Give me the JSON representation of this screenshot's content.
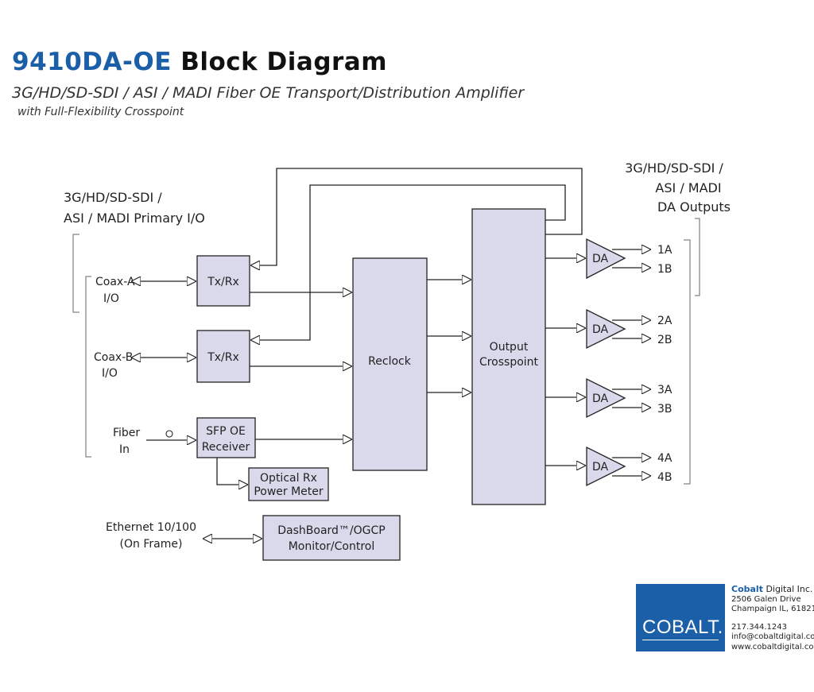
{
  "header": {
    "title_model": "9410DA-OE",
    "title_rest": "Block Diagram",
    "subtitle": "3G/HD/SD-SDI / ASI / MADI Fiber OE Transport/Distribution Amplifier",
    "subtitle2": "with Full-Flexibility Crosspoint"
  },
  "inputs": {
    "group_label_line1": "3G/HD/SD-SDI /",
    "group_label_line2": "ASI / MADI Primary I/O",
    "coax_a_line1": "Coax-A",
    "coax_a_line2": "I/O",
    "coax_b_line1": "Coax-B",
    "coax_b_line2": "I/O",
    "fiber_line1": "Fiber",
    "fiber_line2": "In"
  },
  "blocks": {
    "txrx_a": "Tx/Rx",
    "txrx_b": "Tx/Rx",
    "sfp_line1": "SFP OE",
    "sfp_line2": "Receiver",
    "power_line1": "Optical Rx",
    "power_line2": "Power Meter",
    "reclock": "Reclock",
    "crosspoint_line1": "Output",
    "crosspoint_line2": "Crosspoint",
    "dashboard_line1": "DashBoard™/OGCP",
    "dashboard_line2": "Monitor/Control",
    "ethernet_line1": "Ethernet 10/100",
    "ethernet_line2": "(On Frame)"
  },
  "outputs": {
    "group_label_line1": "3G/HD/SD-SDI /",
    "group_label_line2": "ASI / MADI",
    "group_label_line3": "DA Outputs",
    "da_label": "DA",
    "channels": [
      "1A",
      "1B",
      "2A",
      "2B",
      "3A",
      "3B",
      "4A",
      "4B"
    ]
  },
  "company": {
    "logo_text": "COBALT.",
    "name_a": "Cobalt",
    "name_b": " Digital Inc.",
    "address1": "2506 Galen Drive",
    "address2": "Champaign IL, 61821",
    "phone": "217.344.1243",
    "email": "info@cobaltdigital.com",
    "web": "www.cobaltdigital.com"
  },
  "colors": {
    "brand_blue": "#1a5fa8",
    "block_fill": "#d9d9eb"
  }
}
